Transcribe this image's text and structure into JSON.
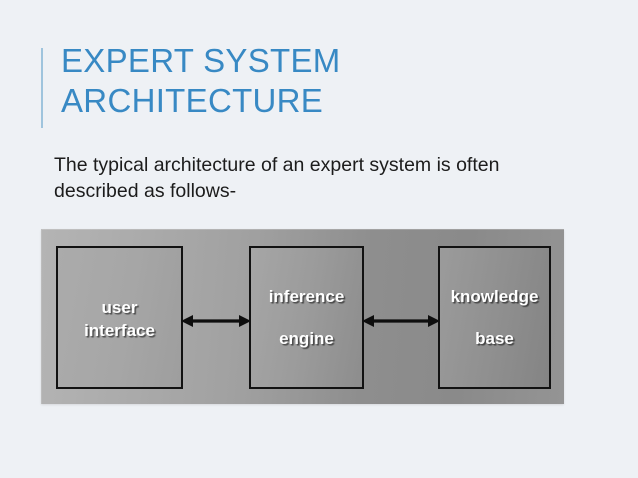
{
  "slide": {
    "title": "EXPERT SYSTEM\nARCHITECTURE",
    "title_color": "#3889c4",
    "accent_rule_color": "#9fc4dd",
    "background_color": "#eef1f5",
    "body_text": "The typical architecture of an expert system is often described as follows-",
    "body_text_color": "#1c1c1c"
  },
  "diagram": {
    "panel_fill_left": "#b4b4b4",
    "panel_fill_right": "#8a8a8a",
    "box_border_color": "#121212",
    "box_label_color": "#ffffff",
    "boxes": [
      {
        "id": "user-interface",
        "line1": "user",
        "line2": "interface"
      },
      {
        "id": "inference-engine",
        "line1": "inference",
        "line2": "engine"
      },
      {
        "id": "knowledge-base",
        "line1": "knowledge",
        "line2": "base"
      }
    ],
    "connectors": [
      {
        "id": "user-inference",
        "from": "user-interface",
        "to": "inference-engine",
        "style": "double-headed-arrow"
      },
      {
        "id": "inference-knowledge",
        "from": "inference-engine",
        "to": "knowledge-base",
        "style": "double-headed-arrow"
      }
    ]
  }
}
